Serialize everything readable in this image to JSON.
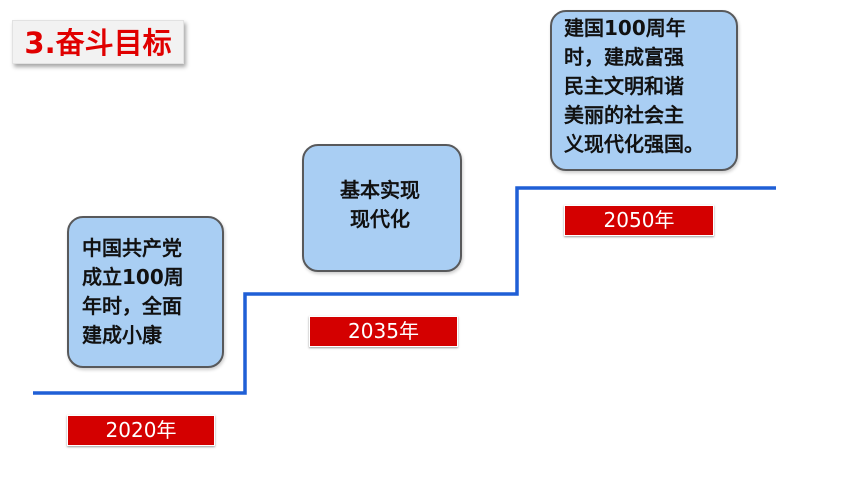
{
  "title": "3.奋斗目标",
  "line_color": "#1f5fd6",
  "box_color": "#a9cef3",
  "badge_color": "#d40000",
  "title_color": "#e00000",
  "milestones": [
    {
      "year": "2020年",
      "text_lines": [
        "中国共产党",
        "成立100周",
        "年时，全面",
        "建成小康"
      ]
    },
    {
      "year": "2035年",
      "text_lines": [
        "基本实现",
        "现代化"
      ]
    },
    {
      "year": "2050年",
      "text_lines": [
        "建国100周年",
        "时，建成富强",
        "民主文明和谐",
        "美丽的社会主",
        "义现代化强国。"
      ]
    }
  ]
}
